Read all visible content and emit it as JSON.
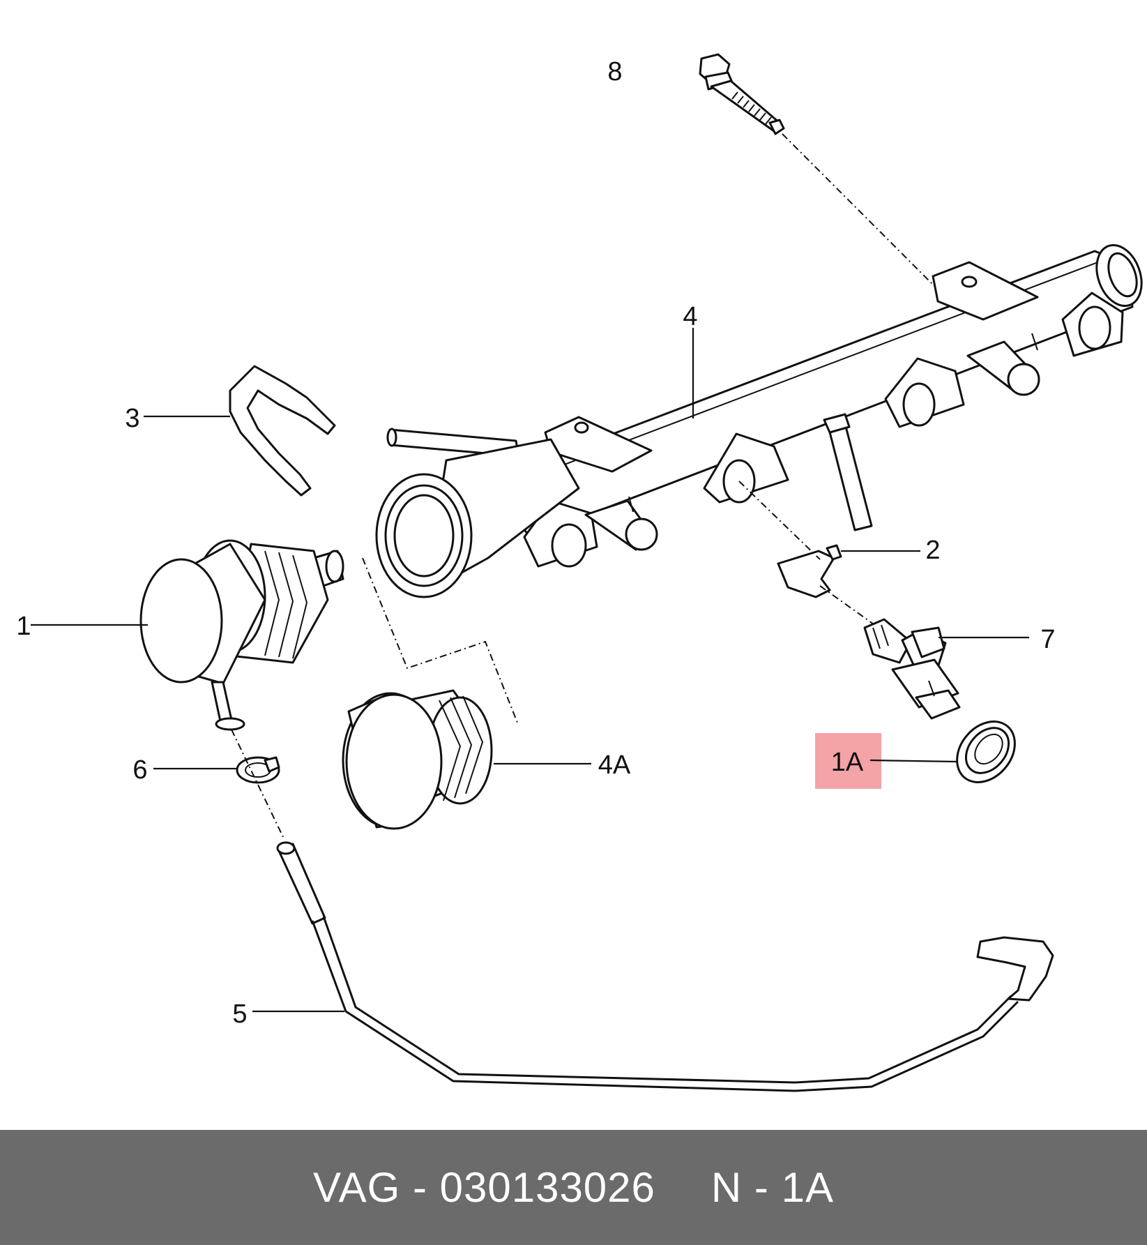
{
  "callouts": {
    "c1": "1",
    "c1a": "1A",
    "c2": "2",
    "c3": "3",
    "c4": "4",
    "c4a": "4A",
    "c5": "5",
    "c6": "6",
    "c7": "7",
    "c8": "8"
  },
  "highlight_color": "#f4a3a6",
  "footer": {
    "part_number": "VAG - 030133026",
    "position": "N - 1A",
    "background_color": "#6b6b6b"
  }
}
